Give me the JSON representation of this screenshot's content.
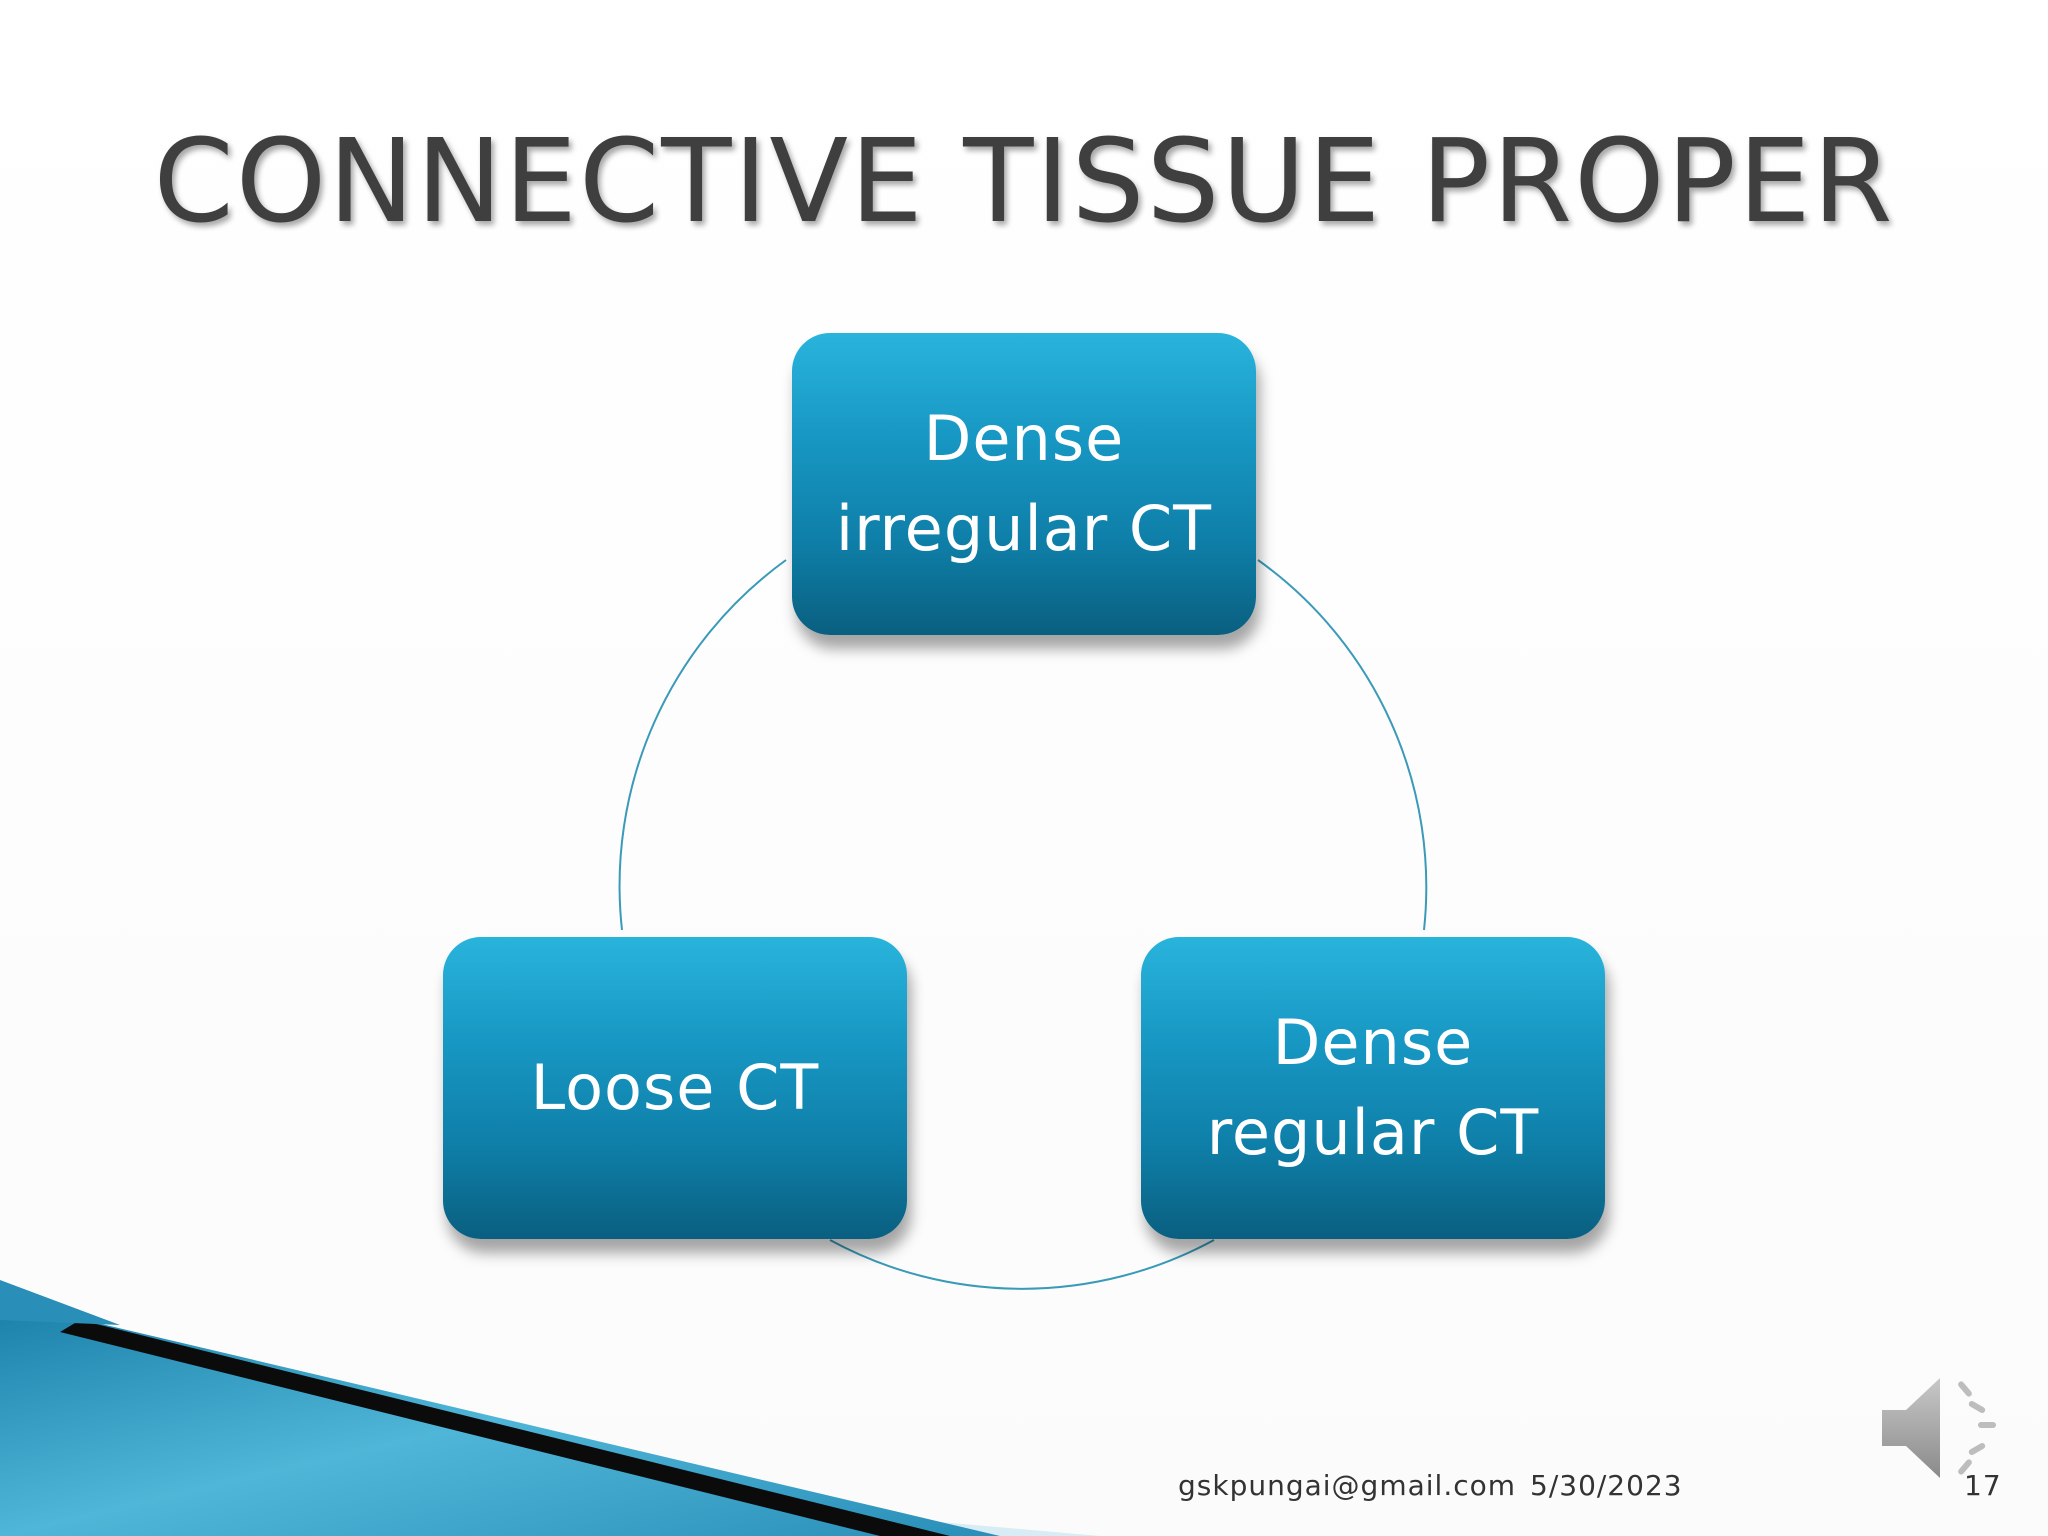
{
  "slide": {
    "title": "CONNECTIVE TISSUE PROPER"
  },
  "diagram": {
    "type": "cycle",
    "nodes": [
      {
        "id": "top",
        "line1": "Dense",
        "line2": "irregular CT"
      },
      {
        "id": "right",
        "line1": "Dense",
        "line2": "regular CT"
      },
      {
        "id": "left",
        "line1": "Loose CT",
        "line2": ""
      }
    ],
    "colors": {
      "node_top": "#29b4dc",
      "node_bottom": "#0a5f80",
      "connector": "#3a9ab8"
    }
  },
  "footer": {
    "email": "gskpungai@gmail.com",
    "date": "5/30/2023",
    "page_number": "17"
  },
  "icons": {
    "audio": "speaker-icon"
  }
}
